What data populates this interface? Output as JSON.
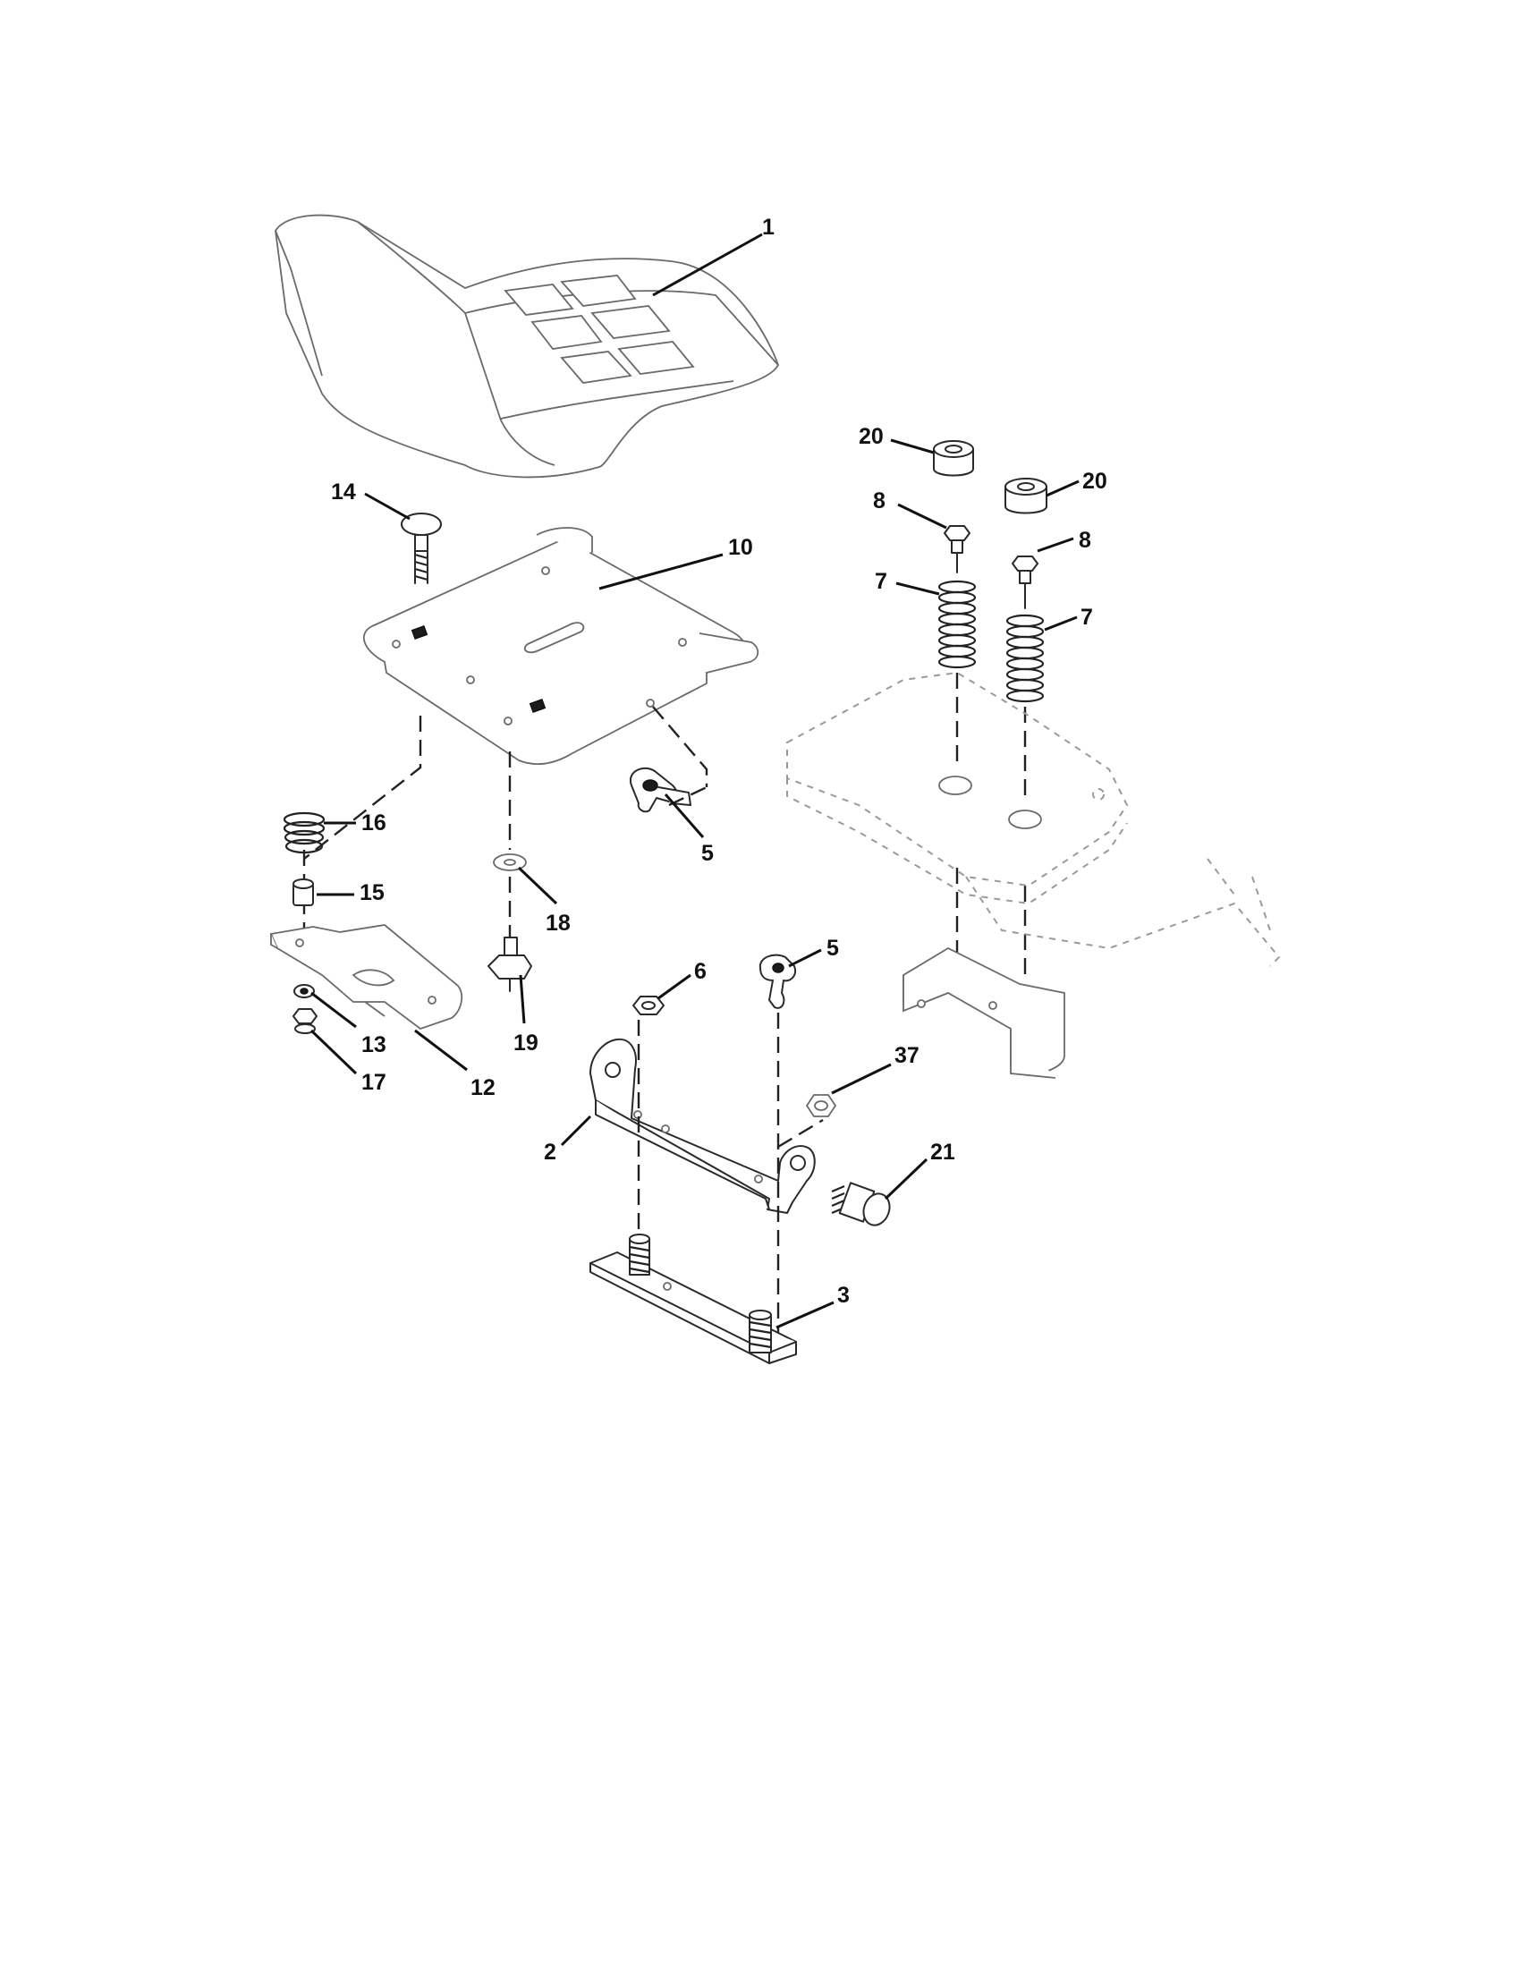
{
  "callouts": {
    "seat": "1",
    "seat_pan": "10",
    "carriage_bolt": "14",
    "spring_16": "16",
    "spacer_15": "15",
    "bracket_12": "12",
    "washer_13": "13",
    "nut_17": "17",
    "washer_18": "18",
    "nut_19": "19",
    "clip_5_upper": "5",
    "clip_5_lower": "5",
    "nut_6": "6",
    "pivot_bracket_2": "2",
    "plate_3": "3",
    "nut_37": "37",
    "bolt_21": "21",
    "bumper_20_left": "20",
    "bumper_20_right": "20",
    "screw_8_left": "8",
    "screw_8_right": "8",
    "spring_7_left": "7",
    "spring_7_right": "7"
  }
}
